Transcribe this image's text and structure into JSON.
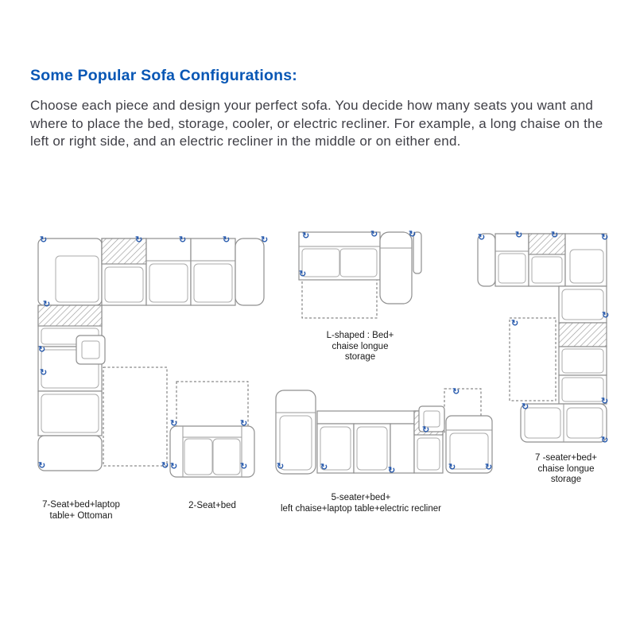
{
  "header": {
    "title": "Some Popular Sofa Configurations:",
    "description": "Choose each piece and design your perfect sofa. You decide how many seats you want and where to place the bed, storage, cooler, or electric recliner. For example, a long chaise on the left or right side, and an electric recliner in the middle or on either end."
  },
  "icons": {
    "rotate_glyph": "↻"
  },
  "colors": {
    "heading_blue": "#0857b5",
    "rotate_icon_blue": "#2a5cae",
    "drawing_line_gray": "#8f8f8f",
    "body_text": "#3f3f46"
  },
  "diagrams": [
    {
      "name": "corner-7-seat",
      "label_lines": [
        "7-Seat+bed+laptop",
        "table+ Ottoman"
      ]
    },
    {
      "name": "two-seat-bed",
      "label_lines": [
        "2-Seat+bed"
      ]
    },
    {
      "name": "l-shaped-bed-chaise-storage",
      "label_lines": [
        "L-shaped : Bed+",
        "chaise longue",
        "storage"
      ]
    },
    {
      "name": "five-seater-recliner",
      "label_lines": [
        "5-seater+bed+",
        "left chaise+laptop table+electric recliner"
      ]
    },
    {
      "name": "seven-seater-chaise-storage",
      "label_lines": [
        "7 -seater+bed+",
        "chaise longue",
        "storage"
      ]
    }
  ]
}
